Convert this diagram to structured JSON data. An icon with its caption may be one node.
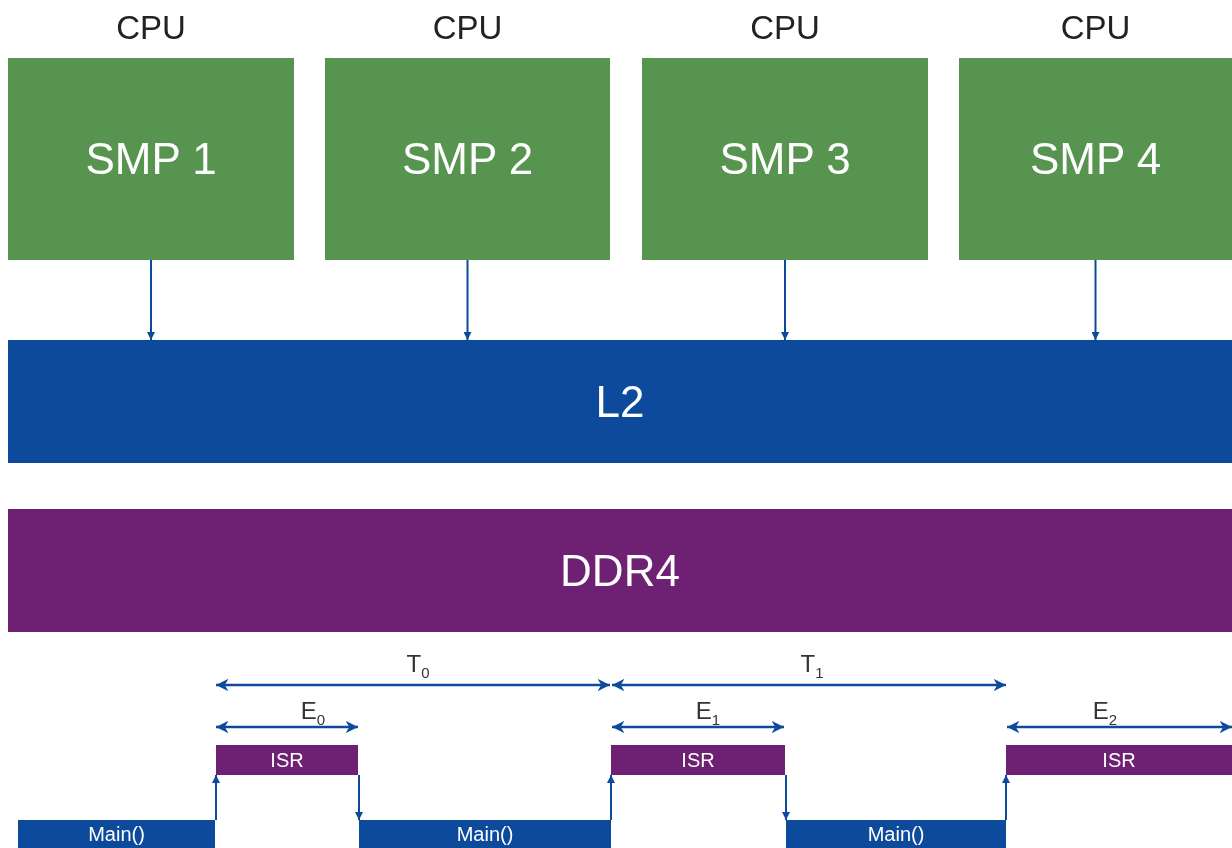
{
  "diagram": {
    "nodes": [
      {
        "text": [
          "CPU",
          "SMP 1"
        ]
      },
      {
        "text": [
          "CPU",
          "SMP 2"
        ]
      },
      {
        "text": [
          "CPU",
          "SMP 3"
        ]
      },
      {
        "text": [
          "CPU",
          "SMP 4"
        ]
      },
      {
        "text": [
          "L2"
        ]
      },
      {
        "text": [
          "DDR4"
        ]
      },
      {
        "text": [
          "Main()"
        ]
      },
      {
        "text": [
          "ISR"
        ]
      },
      {
        "text": [
          "Main()"
        ]
      },
      {
        "text": [
          "ISR"
        ]
      },
      {
        "text": [
          "Main()"
        ]
      },
      {
        "text": [
          "ISR"
        ]
      }
    ],
    "edges": [
      {
        "from": 0,
        "to": 4,
        "arrow": "to"
      },
      {
        "from": 1,
        "to": 4,
        "arrow": "to"
      },
      {
        "from": 2,
        "to": 4,
        "arrow": "to"
      },
      {
        "from": 3,
        "to": 4,
        "arrow": "to"
      },
      {
        "from": 6,
        "to": 7,
        "arrow": "to"
      },
      {
        "from": 7,
        "to": 8,
        "arrow": "to"
      },
      {
        "from": 8,
        "to": 9,
        "arrow": "to"
      },
      {
        "from": 9,
        "to": 10,
        "arrow": "to"
      },
      {
        "from": 10,
        "to": 11,
        "arrow": "to"
      }
    ],
    "labels": [
      "T$_{0}$",
      "T$_{1}$",
      "E$_{0}$",
      "E$_{1}$",
      "E$_{2}$"
    ]
  }
}
